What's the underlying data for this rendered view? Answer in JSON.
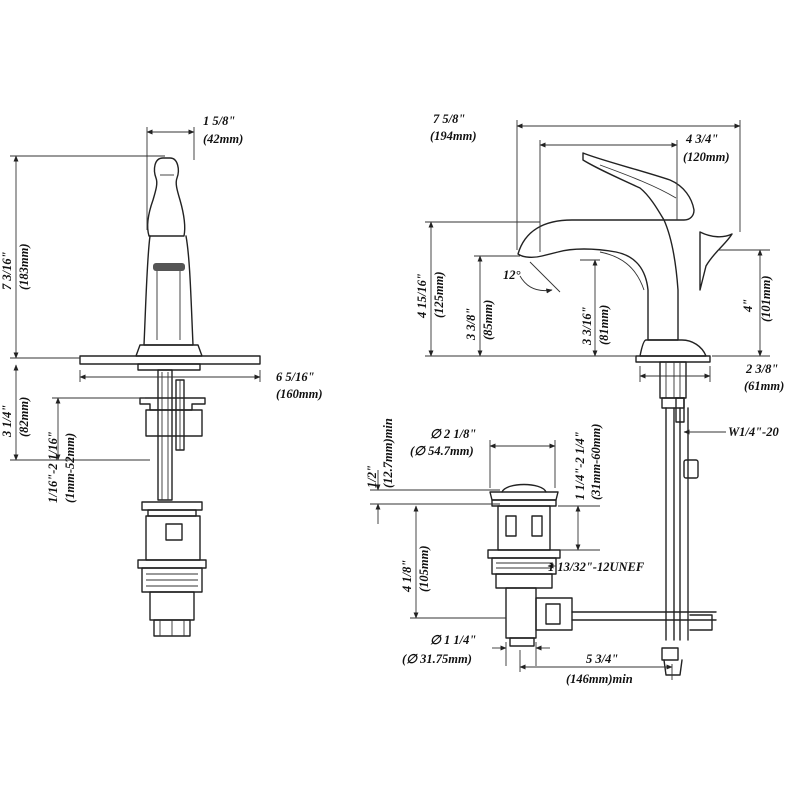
{
  "labels": {
    "d_1_5_8": "1 5/8\"",
    "d_42mm": "(42mm)",
    "d_7_3_16": "7 3/16\"",
    "d_183mm": "(183mm)",
    "d_6_5_16": "6 5/16\"",
    "d_160mm": "(160mm)",
    "d_3_1_4": "3 1/4\"",
    "d_82mm": "(82mm)",
    "d_1_16_2_1_16": "1/16\"-2 1/16\"",
    "d_1mm_52mm": "(1mm-52mm)",
    "d_7_5_8": "7 5/8\"",
    "d_194mm": "(194mm)",
    "d_4_3_4": "4 3/4\"",
    "d_120mm": "(120mm)",
    "d_12deg": "12°",
    "d_4_15_16": "4 15/16\"",
    "d_125mm": "(125mm)",
    "d_3_3_8": "3 3/8\"",
    "d_85mm": "(85mm)",
    "d_3_3_16": "3 3/16\"",
    "d_81mm": "(81mm)",
    "d_4in": "4\"",
    "d_101mm": "(101mm)",
    "d_2_3_8": "2 3/8\"",
    "d_61mm": "(61mm)",
    "d_w14_20": "W1/4\"-20",
    "d_half": "1/2\"",
    "d_12_7mm": "(12.7mm)min",
    "d_dia_2_1_8": "∅ 2 1/8\"",
    "d_dia_54_7": "(∅ 54.7mm)",
    "d_1_1_4_2_1_4": "1 1/4\"-2 1/4\"",
    "d_31_60mm": "(31mm-60mm)",
    "d_4_1_8": "4 1/8\"",
    "d_105mm": "(105mm)",
    "d_thread": "1 13/32\"-12UNEF",
    "d_dia_1_1_4": "∅ 1 1/4\"",
    "d_dia_31_75": "(∅ 31.75mm)",
    "d_5_3_4": "5 3/4\"",
    "d_146mm": "(146mm)min"
  }
}
